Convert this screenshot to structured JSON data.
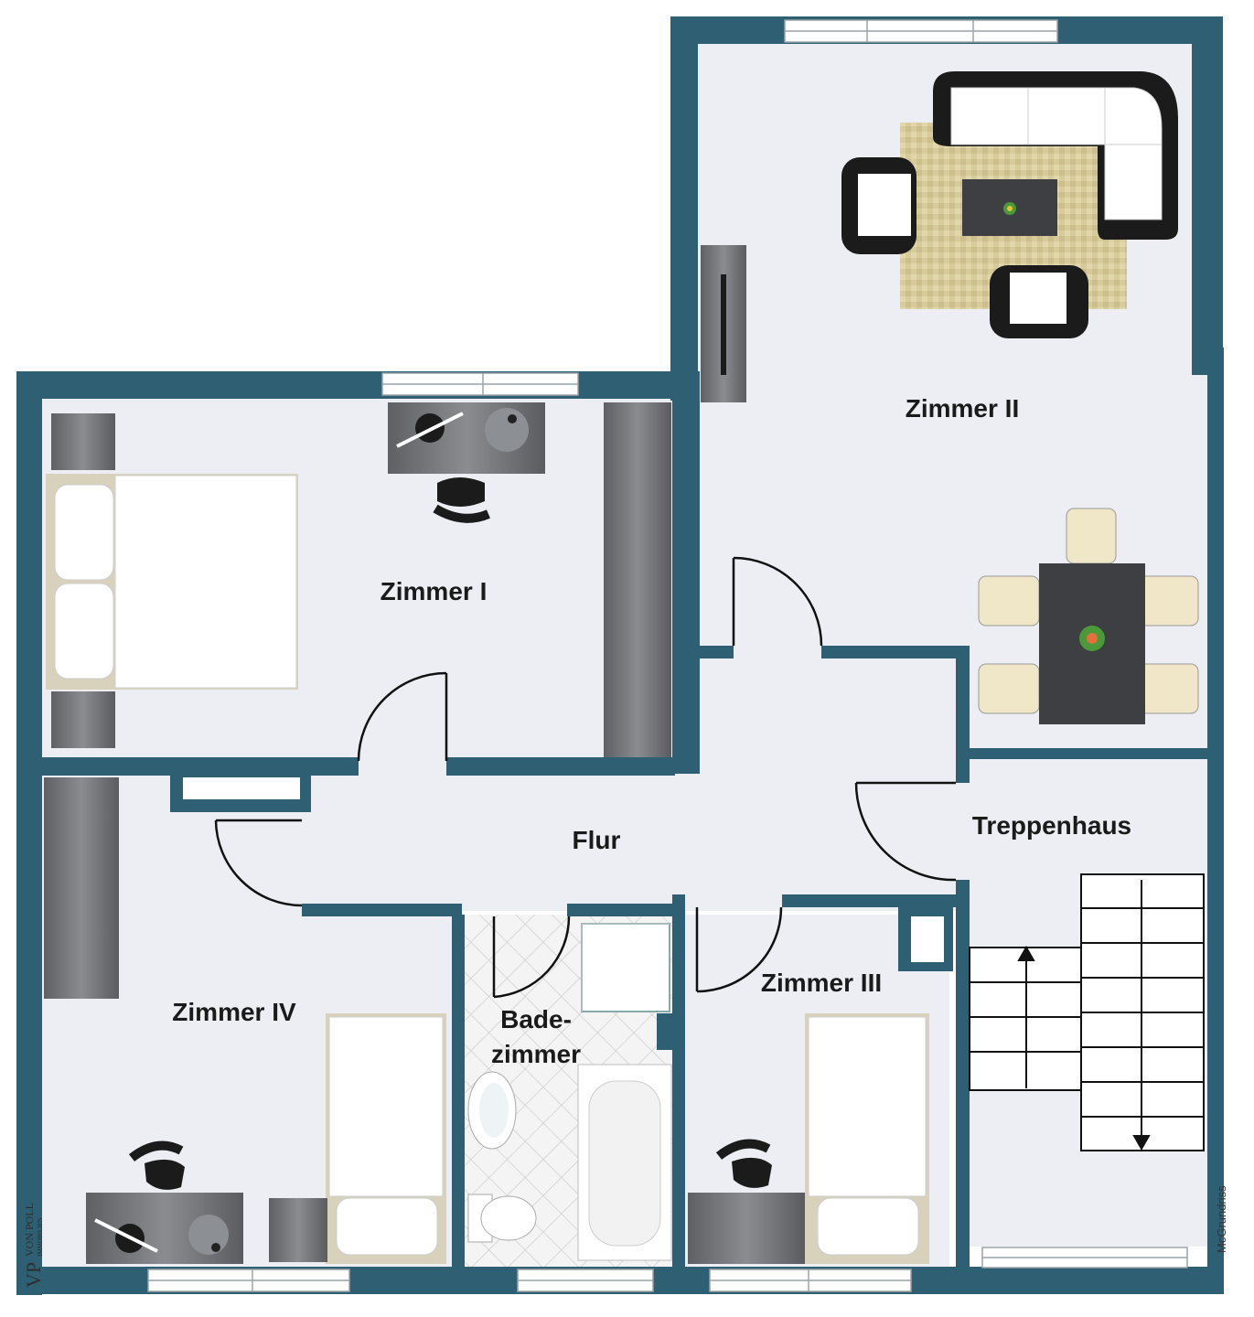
{
  "rooms": {
    "zimmer_i": "Zimmer I",
    "zimmer_ii": "Zimmer II",
    "zimmer_iii": "Zimmer III",
    "zimmer_iv": "Zimmer IV",
    "flur": "Flur",
    "treppenhaus": "Treppenhaus",
    "badezimmer_line1": "Bade-",
    "badezimmer_line2": "zimmer"
  },
  "branding": {
    "logo_mark": "VP",
    "logo_name": "VON POLL",
    "logo_sub": "IMMOBILIEN",
    "credit": "McGrundriss"
  },
  "colors": {
    "wall": "#2f5f73",
    "floor": "#eceef3",
    "furniture_gray": "#6f7277",
    "bed_white": "#ffffff",
    "rug": "#d9cc9e",
    "sofa_frame": "#1b1b1b",
    "window_frame": "#ffffff"
  }
}
